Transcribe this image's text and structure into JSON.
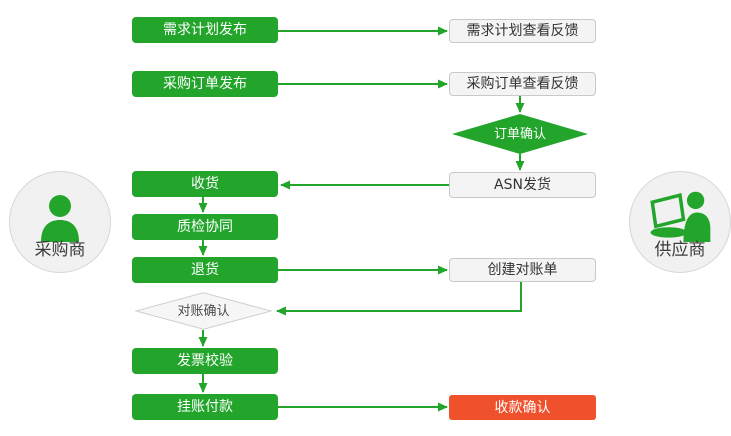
{
  "palette": {
    "green": "#23a52c",
    "red": "#f0512d",
    "light_bg": "#f4f4f4",
    "light_border": "#c9c9c9",
    "dark_text": "#333333"
  },
  "actors": {
    "buyer": {
      "label": "采购商",
      "icon": "person-icon"
    },
    "supplier": {
      "label": "供应商",
      "icon": "person-laptop-icon"
    }
  },
  "buyer_lane": {
    "steps": [
      {
        "label": "需求计划发布"
      },
      {
        "label": "采购订单发布"
      },
      {
        "label": "收货"
      },
      {
        "label": "质检协同"
      },
      {
        "label": "退货"
      },
      {
        "label": "发票校验"
      },
      {
        "label": "挂账付款"
      }
    ],
    "decision": {
      "label": "对账确认"
    }
  },
  "supplier_lane": {
    "steps": [
      {
        "label": "需求计划查看反馈"
      },
      {
        "label": "采购订单查看反馈"
      },
      {
        "label": "ASN发货"
      },
      {
        "label": "创建对账单"
      },
      {
        "label": "收款确认"
      }
    ],
    "decision": {
      "label": "订单确认"
    }
  }
}
